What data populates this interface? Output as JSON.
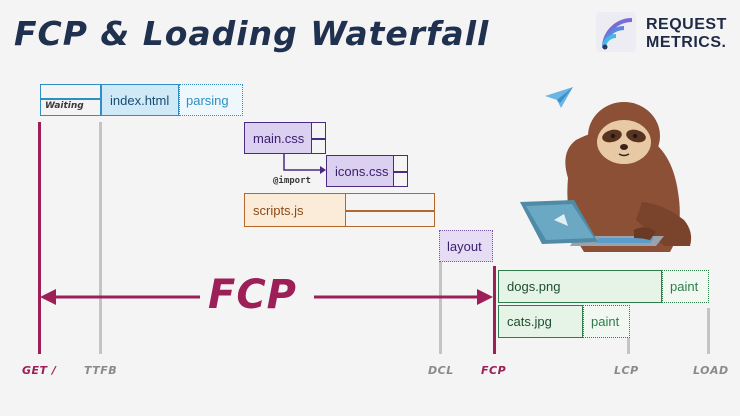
{
  "title": "FCP & Loading Waterfall",
  "logo": {
    "line1": "REQUEST",
    "line2": "METRICS.",
    "icon": "request-metrics-logo-icon"
  },
  "boxes": {
    "waiting": "Waiting",
    "index_html": "index.html",
    "parsing": "parsing",
    "main_css": "main.css",
    "icons_css": "icons.css",
    "import_label": "@import",
    "scripts_js": "scripts.js",
    "layout": "layout",
    "dogs_png": "dogs.png",
    "dogs_paint": "paint",
    "cats_jpg": "cats.jpg",
    "cats_paint": "paint"
  },
  "fcp_label": "FCP",
  "markers": {
    "get": "GET /",
    "ttfb": "TTFB",
    "dcl": "DCL",
    "fcp": "FCP",
    "lcp": "LCP",
    "load": "LOAD"
  },
  "colors": {
    "accent": "#9c1f57",
    "title": "#20304f",
    "html": "#2f8fc4",
    "css": "#4a2a82",
    "js": "#b5682a",
    "layout": "#7a5aa8",
    "image": "#2e7d4a"
  },
  "illustration": {
    "sloth": "sloth-with-laptop-illustration",
    "plane": "paper-plane-icon"
  }
}
